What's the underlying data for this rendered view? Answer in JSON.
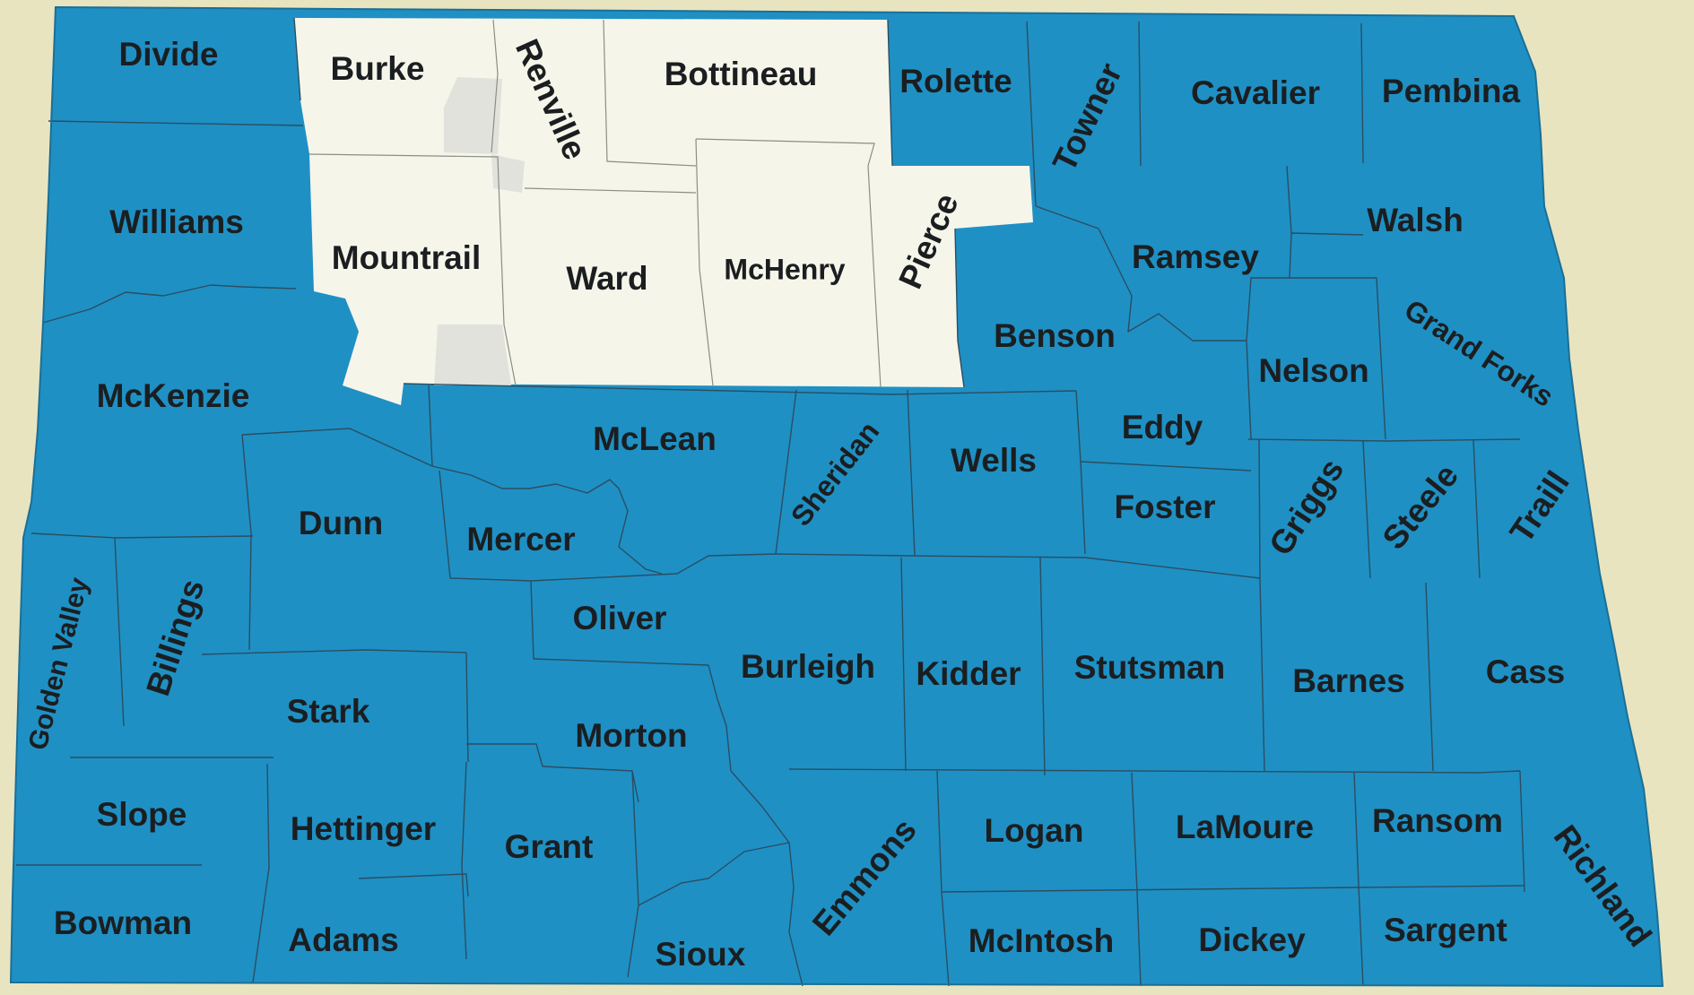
{
  "colors": {
    "background": "#e9e4c0",
    "county_fill": "#1f90c4",
    "highlight_fill": "#f6f5ea",
    "label": "#1b1e20",
    "border": "#2a4e62"
  },
  "highlighted_counties": [
    "Burke",
    "Renville",
    "Bottineau",
    "Mountrail",
    "Ward",
    "McHenry",
    "Pierce"
  ],
  "counties": {
    "divide": "Divide",
    "burke": "Burke",
    "renville": "Renville",
    "bottineau": "Bottineau",
    "rolette": "Rolette",
    "towner": "Towner",
    "cavalier": "Cavalier",
    "pembina": "Pembina",
    "williams": "Williams",
    "mountrail": "Mountrail",
    "ward": "Ward",
    "mchenry": "McHenry",
    "pierce": "Pierce",
    "ramsey": "Ramsey",
    "walsh": "Walsh",
    "benson": "Benson",
    "nelson": "Nelson",
    "grand_forks": "Grand Forks",
    "mckenzie": "McKenzie",
    "mclean": "McLean",
    "sheridan": "Sheridan",
    "wells": "Wells",
    "eddy": "Eddy",
    "foster": "Foster",
    "griggs": "Griggs",
    "steele": "Steele",
    "traill": "Traill",
    "dunn": "Dunn",
    "mercer": "Mercer",
    "golden_valley": "Golden Valley",
    "billings": "Billings",
    "oliver": "Oliver",
    "burleigh": "Burleigh",
    "kidder": "Kidder",
    "stutsman": "Stutsman",
    "barnes": "Barnes",
    "cass": "Cass",
    "stark": "Stark",
    "morton": "Morton",
    "slope": "Slope",
    "hettinger": "Hettinger",
    "grant": "Grant",
    "emmons": "Emmons",
    "logan": "Logan",
    "lamoure": "LaMoure",
    "ransom": "Ransom",
    "richland": "Richland",
    "bowman": "Bowman",
    "adams": "Adams",
    "sioux": "Sioux",
    "mcintosh": "McIntosh",
    "dickey": "Dickey",
    "sargent": "Sargent"
  }
}
